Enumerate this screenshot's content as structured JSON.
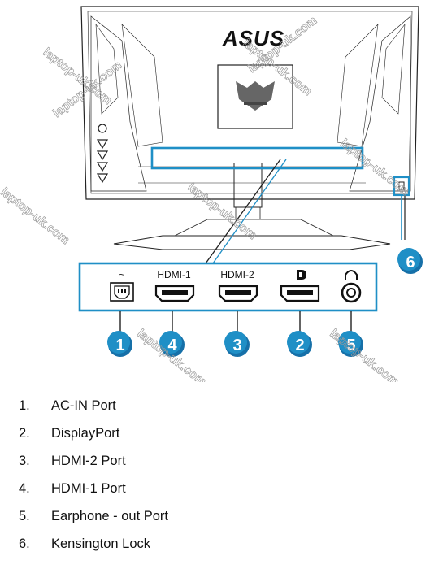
{
  "brand": "ASUS",
  "panel_labels": {
    "ac": "~",
    "hdmi1": "HDMI-1",
    "hdmi2": "HDMI-2"
  },
  "badges": [
    "1",
    "4",
    "3",
    "2",
    "5",
    "6"
  ],
  "watermark": "laptop-uk.com",
  "legend": [
    {
      "num": "1.",
      "text": "AC-IN Port"
    },
    {
      "num": "2.",
      "text": "DisplayPort"
    },
    {
      "num": "3.",
      "text": "HDMI-2 Port"
    },
    {
      "num": "4.",
      "text": "HDMI-1 Port"
    },
    {
      "num": "5.",
      "text": "Earphone - out Port"
    },
    {
      "num": "6.",
      "text": "Kensington Lock"
    }
  ],
  "colors": {
    "accent": "#1f8fc6",
    "badge_dark": "#1670a8",
    "line": "#222222"
  }
}
